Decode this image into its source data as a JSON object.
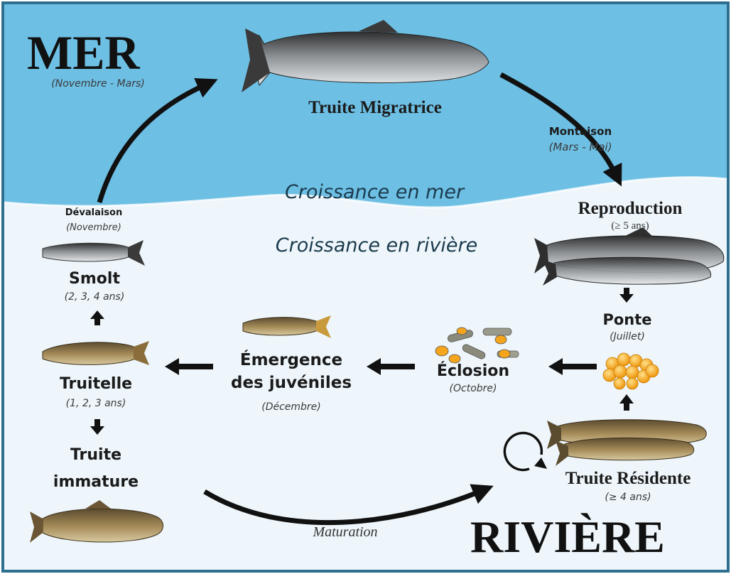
{
  "regions": {
    "sea": {
      "title": "MER",
      "period": "(Novembre - Mars)",
      "growth": "Croissance en mer"
    },
    "river": {
      "title": "RIVIÈRE",
      "growth": "Croissance en rivière"
    }
  },
  "stages": {
    "migratory": {
      "label": "Truite Migratrice"
    },
    "migration_up": {
      "label": "Montaison",
      "period": "(Mars - Mai)"
    },
    "reproduction": {
      "label": "Reproduction",
      "age": "(≥ 5 ans)"
    },
    "spawning": {
      "label": "Ponte",
      "period": "(Juillet)"
    },
    "hatching": {
      "label": "Éclosion",
      "period": "(Octobre)"
    },
    "emergence": {
      "label_line1": "Émergence",
      "label_line2": "des juvéniles",
      "period": "(Décembre)"
    },
    "fry": {
      "label": "Truitelle",
      "age": "(1, 2, 3 ans)"
    },
    "smolt": {
      "label": "Smolt",
      "age": "(2, 3, 4 ans)"
    },
    "downstream": {
      "label": "Dévalaison",
      "period": "(Novembre)"
    },
    "immature": {
      "label_line1": "Truite",
      "label_line2": "immature"
    },
    "resident": {
      "label": "Truite Résidente",
      "age": "(≥ 4 ans)"
    },
    "maturation": {
      "label": "Maturation"
    }
  },
  "colors": {
    "sea": "#6dbfe4",
    "river": "#eef6fb",
    "border": "#2e6f8f",
    "arrow": "#111111",
    "eggs": "#f4a51c"
  }
}
